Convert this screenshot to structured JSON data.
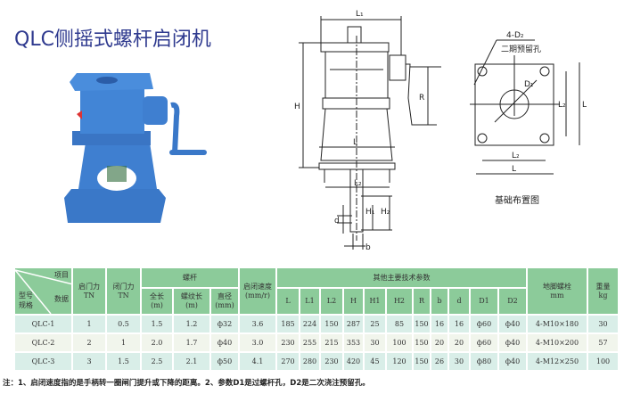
{
  "title": "QLC侧摇式螺杆启闭机",
  "drawing": {
    "side_labels": {
      "L1": "L₁",
      "H": "H",
      "R": "R",
      "L": "L",
      "L2": "L₂",
      "H1": "H₁",
      "H2": "H₂",
      "d": "d",
      "b": "b"
    },
    "plan_labels": {
      "holes": "4-D₂",
      "holes_note": "二期预留孔",
      "D1": "D₁",
      "L2": "L₂",
      "L2v": "L₂",
      "L": "L",
      "Lv": "L"
    },
    "plan_caption": "基础布置图"
  },
  "table": {
    "diag": {
      "item": "项目",
      "model": "型号",
      "spec": "规格",
      "data": "数据"
    },
    "open_force": "启门力",
    "open_unit": "TN",
    "close_force": "闭门力",
    "close_unit": "TN",
    "screw": "螺杆",
    "total_len": "全长",
    "total_unit": "(m)",
    "thread_len": "螺纹长",
    "thread_unit": "(m)",
    "diameter": "直径",
    "dia_unit": "(mm)",
    "speed": "启闭速度",
    "speed_unit": "(mm/r)",
    "other": "其他主要技术参数",
    "params": [
      "L",
      "L1",
      "L2",
      "H",
      "H1",
      "H2",
      "R",
      "b",
      "d",
      "D1",
      "D2"
    ],
    "bolt": "地脚螺栓",
    "bolt_unit": "mm",
    "weight": "重量",
    "weight_unit": "kg",
    "rows": [
      [
        "QLC-1",
        "1",
        "0.5",
        "1.5",
        "1.2",
        "ф32",
        "3.6",
        "185",
        "224",
        "150",
        "287",
        "25",
        "85",
        "150",
        "16",
        "16",
        "ф60",
        "ф40",
        "4-M10×180",
        "30"
      ],
      [
        "QLC-2",
        "2",
        "1",
        "2.0",
        "1.7",
        "ф40",
        "3.0",
        "230",
        "255",
        "215",
        "353",
        "30",
        "100",
        "150",
        "20",
        "20",
        "ф60",
        "ф40",
        "4-M10×200",
        "57"
      ],
      [
        "QLC-3",
        "3",
        "1.5",
        "2.5",
        "2.1",
        "ф50",
        "4.1",
        "270",
        "280",
        "230",
        "420",
        "45",
        "120",
        "150",
        "26",
        "30",
        "ф80",
        "ф40",
        "4-M12×250",
        "100"
      ]
    ]
  },
  "note": "注：1、启闭速度指的是手柄转一圈闸门提升或下降的距离。2、参数D1是过螺杆孔，D2是二次浇注预留孔。",
  "colors": {
    "title": "#2f3a8f",
    "header": "#8ccb9a",
    "row": "#d9eee8",
    "row_alt": "#f1f5ec",
    "machine": "#3f7fd0"
  }
}
